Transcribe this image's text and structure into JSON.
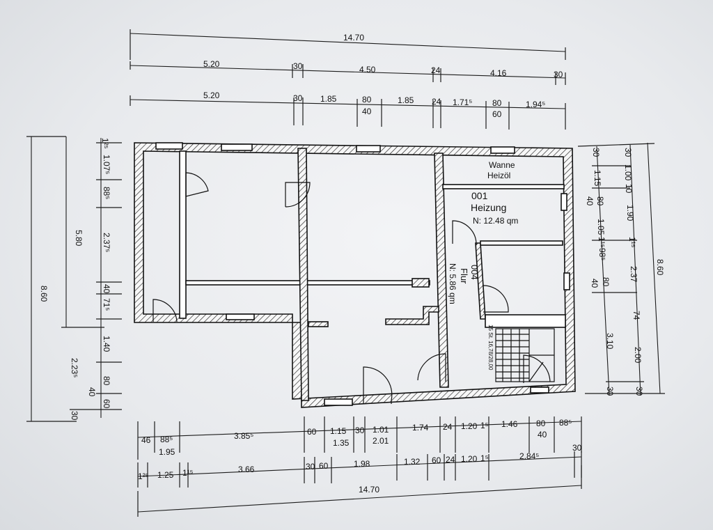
{
  "top_dims": {
    "row1": [
      "14.70"
    ],
    "row2": [
      "5.20",
      "30",
      "4.50",
      "24",
      "4.16",
      "30"
    ],
    "row3": [
      "5.20",
      "30",
      "1.85",
      "80",
      "40",
      "1.85",
      "24",
      "1.71⁵",
      "80",
      "60",
      "1.94⁵"
    ]
  },
  "left_dims": {
    "outer": "8.60",
    "middle": "5.80",
    "inner": [
      "1²⁵",
      "1.07⁵",
      "88⁵",
      "2.37⁵",
      "40",
      "71⁵",
      "1.40",
      "2.23⁵",
      "80",
      "40",
      "60",
      "30"
    ]
  },
  "right_dims": {
    "inner": [
      "30",
      "1.15",
      "40",
      "80",
      "1.05",
      "1¹⁵",
      "98⁵",
      "40",
      "80"
    ],
    "middle": [
      "30",
      "1.00",
      "10",
      "1.90",
      "1¹⁵",
      "2.37",
      "74",
      "3.10",
      "2.00",
      "30",
      "30"
    ],
    "outer": "8.60"
  },
  "bottom_dims": {
    "row1": [
      "46",
      "88⁵",
      "3.85⁵",
      "60",
      "1.15",
      "30",
      "1.01",
      "1.74",
      "24",
      "1.20",
      "1⁵",
      "1.46",
      "80",
      "88⁵"
    ],
    "row1_sub": [
      "1.95",
      "1.35",
      "2.01",
      "40"
    ],
    "row2": [
      "1²⁵",
      "1.25",
      "1¹⁵",
      "3.66",
      "30",
      "60",
      "1.98",
      "1.32",
      "60",
      "24",
      "1.20",
      "1⁵",
      "2.84⁵",
      "30"
    ],
    "row3": [
      "14.70"
    ]
  },
  "rooms": {
    "heizung_number": "001",
    "heizung_name": "Heizung",
    "heizung_area": "N:  12.48  qm",
    "storage_line1": "Wanne",
    "storage_line2": "Heizöl",
    "flur_number": "004",
    "flur_name": "Flur",
    "flur_area": "N:  5.86  qm",
    "stair_note": "15 St. 16,78/28,00"
  }
}
